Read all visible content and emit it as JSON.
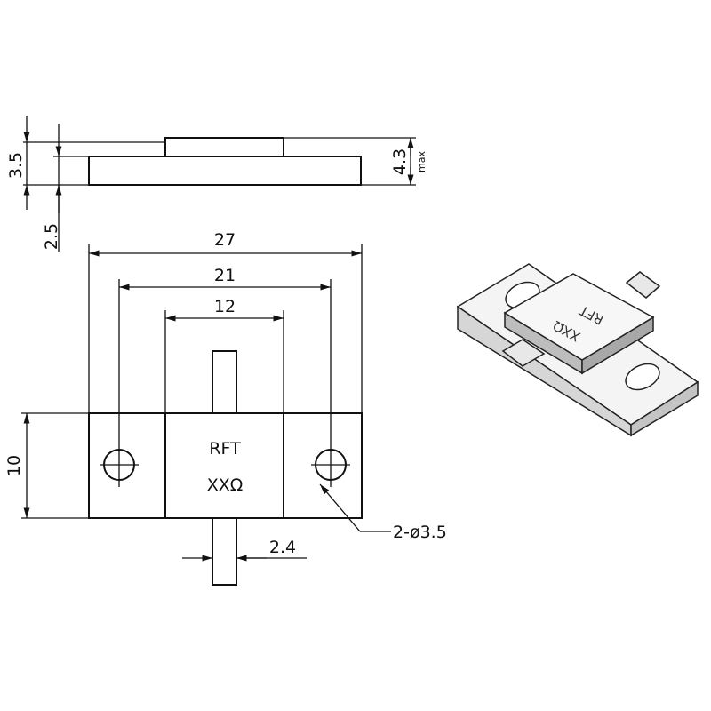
{
  "side_view": {
    "dim_total_height": "3.5",
    "dim_flange_thickness": "2.5",
    "dim_max_height": "4.3",
    "dim_max_suffix": "max"
  },
  "top_view": {
    "dim_overall_width": "27",
    "dim_hole_spacing": "21",
    "dim_body_width": "12",
    "dim_height": "10",
    "dim_tab_width": "2.4",
    "hole_callout": "2-ø3.5",
    "marking_line1": "RFT",
    "marking_line2": "XXΩ"
  },
  "iso_view": {
    "marking_line1": "RFT",
    "marking_line2": "XXΩ"
  },
  "colors": {
    "line": "#111111",
    "body_fill_iso": "#f2f2f2",
    "body_side_iso": "#bdbdbd"
  }
}
